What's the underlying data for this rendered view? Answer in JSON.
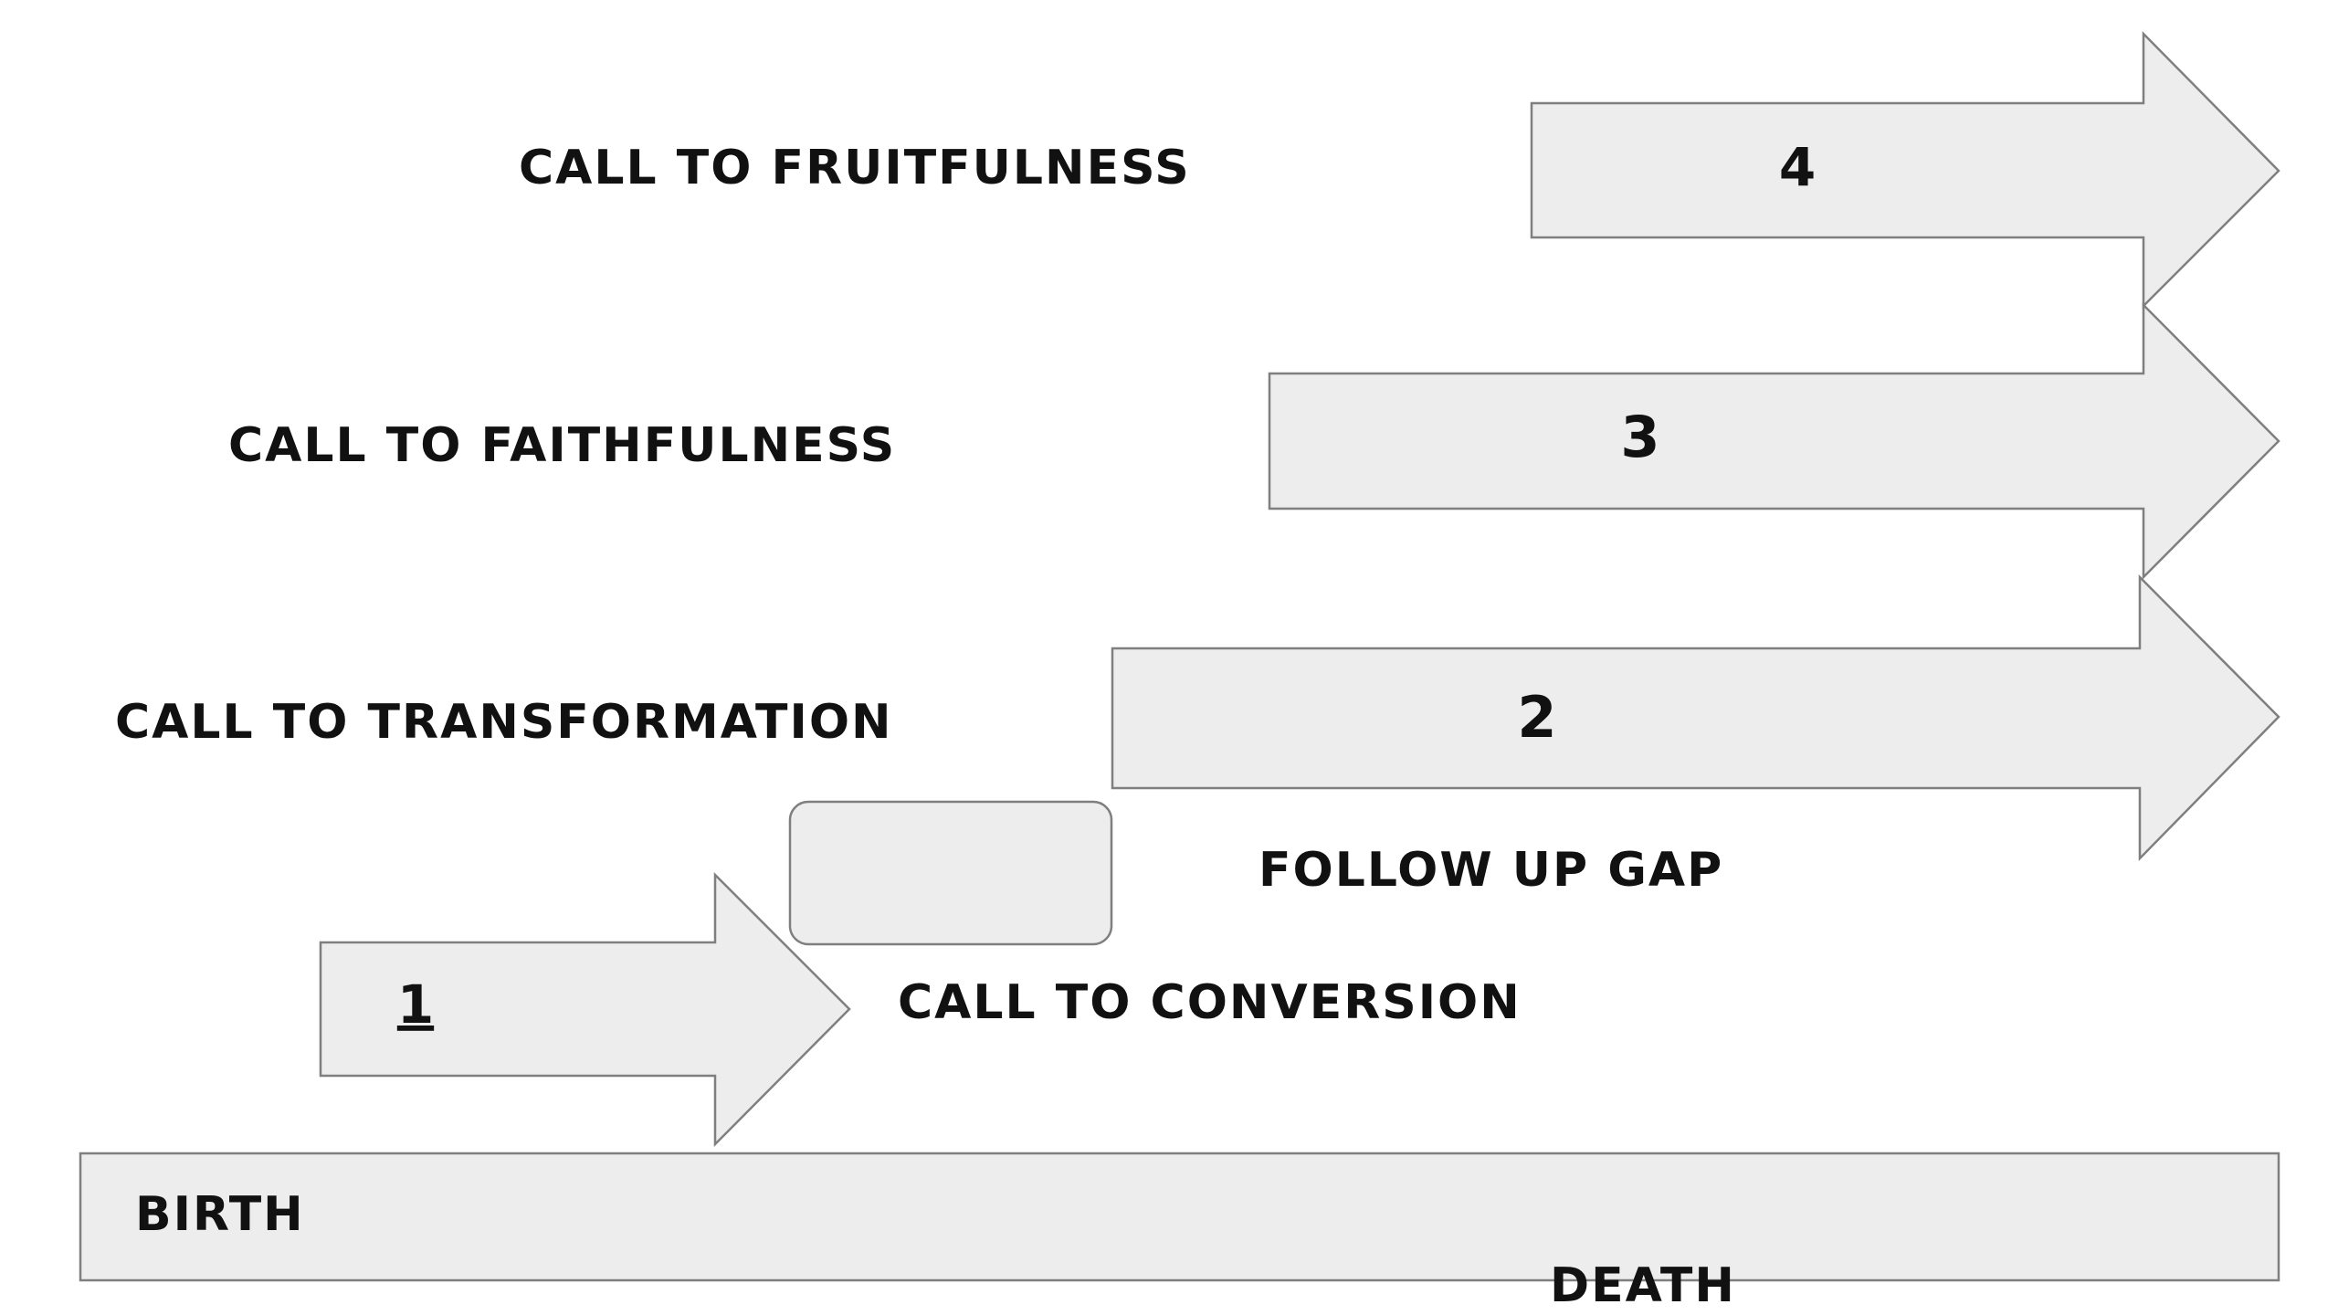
{
  "diagram": {
    "lifeline": {
      "start_label": "BIRTH",
      "end_label": "DEATH"
    },
    "gap_label": "FOLLOW UP GAP",
    "calls": [
      {
        "step": "1",
        "label": "CALL TO CONVERSION"
      },
      {
        "step": "2",
        "label": "CALL TO TRANSFORMATION"
      },
      {
        "step": "3",
        "label": "CALL TO FAITHFULNESS"
      },
      {
        "step": "4",
        "label": "CALL TO FRUITFULNESS"
      }
    ]
  }
}
